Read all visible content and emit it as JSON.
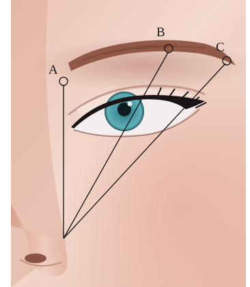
{
  "labels": {
    "a": "A",
    "b": "B",
    "c": "C"
  },
  "colors": {
    "background": "#ffffff",
    "skin_light": "#f2d7cc",
    "skin_mid": "#e3b5a3",
    "skin_shadow": "#b98172",
    "brow": "#8a4f3e",
    "iris": "#3f8e9b",
    "guide_line": "#111111"
  }
}
